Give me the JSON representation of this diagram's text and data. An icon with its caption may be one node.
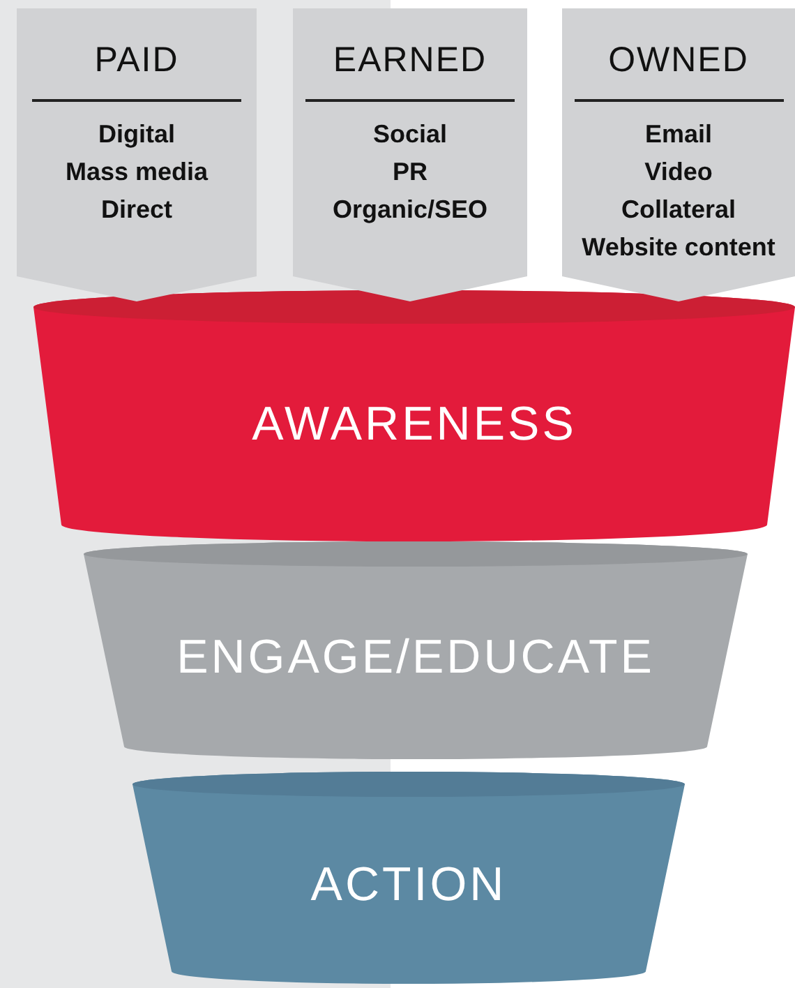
{
  "diagram": {
    "nodes": [
      {
        "text": [
          "PAID",
          "Digital",
          "Mass media",
          "Direct"
        ]
      },
      {
        "text": [
          "EARNED",
          "Social",
          "PR",
          "Organic/SEO"
        ]
      },
      {
        "text": [
          "OWNED",
          "Email",
          "Video",
          "Collateral",
          "Website content"
        ]
      },
      {
        "text": [
          "AWARENESS"
        ]
      },
      {
        "text": [
          "ENGAGE/EDUCATE"
        ]
      },
      {
        "text": [
          "ACTION"
        ]
      }
    ]
  }
}
